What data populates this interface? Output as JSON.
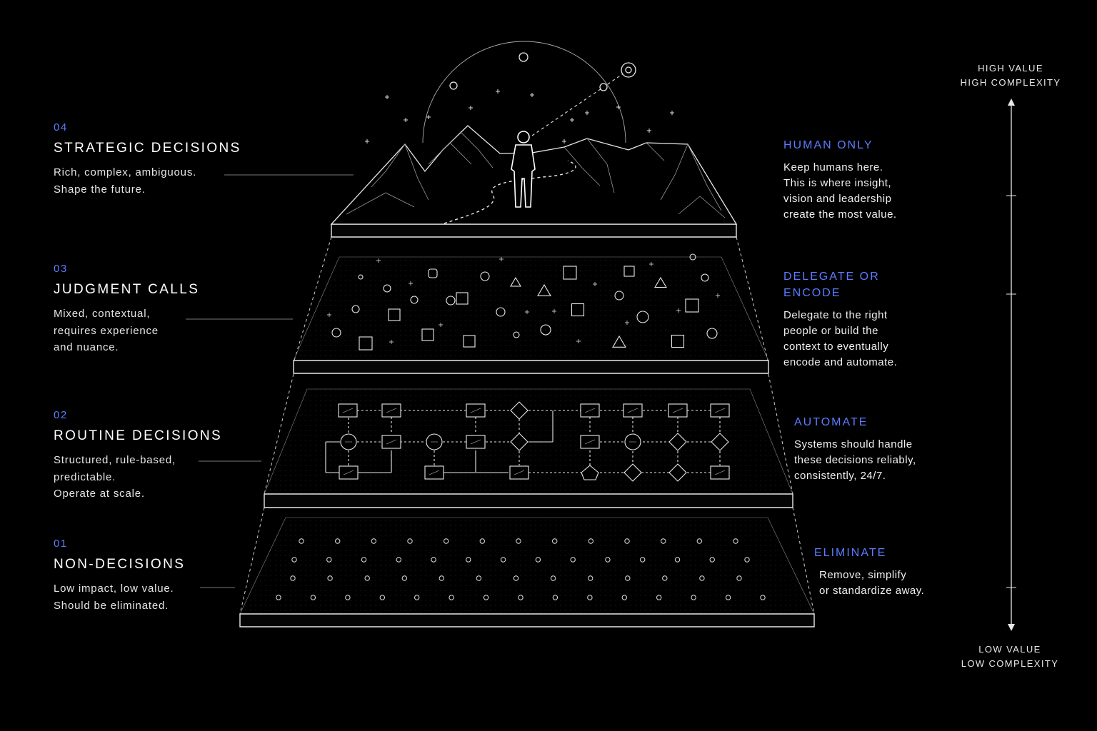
{
  "tiers": [
    {
      "number": "04",
      "title": "STRATEGIC DECISIONS",
      "description": "Rich, complex, ambiguous.\nShape the future.",
      "action_title": "HUMAN ONLY",
      "action_description": "Keep humans here.\nThis is where insight,\nvision and leadership\ncreate the most value."
    },
    {
      "number": "03",
      "title": "JUDGMENT CALLS",
      "description": "Mixed, contextual,\nrequires experience\nand nuance.",
      "action_title": "DELEGATE OR ENCODE",
      "action_description": "Delegate to the right\npeople or build the\ncontext to eventually\nencode and automate."
    },
    {
      "number": "02",
      "title": "ROUTINE DECISIONS",
      "description": "Structured, rule-based,\npredictable.\nOperate at scale.",
      "action_title": "AUTOMATE",
      "action_description": "Systems should handle\nthese decisions reliably,\nconsistently, 24/7."
    },
    {
      "number": "01",
      "title": "NON-DECISIONS",
      "description": "Low impact, low value.\nShould be eliminated.",
      "action_title": "ELIMINATE",
      "action_description": "Remove, simplify\nor standardize away."
    }
  ],
  "axis": {
    "top_line1": "HIGH VALUE",
    "top_line2": "HIGH COMPLEXITY",
    "bottom_line1": "LOW VALUE",
    "bottom_line2": "LOW COMPLEXITY"
  },
  "colors": {
    "accent": "#5b7cff",
    "background": "#000000",
    "line": "#ffffff"
  },
  "icons": [
    "human-figure-icon",
    "mountain-icon",
    "planet-icon",
    "star-icon",
    "flowchart-node-icon"
  ]
}
